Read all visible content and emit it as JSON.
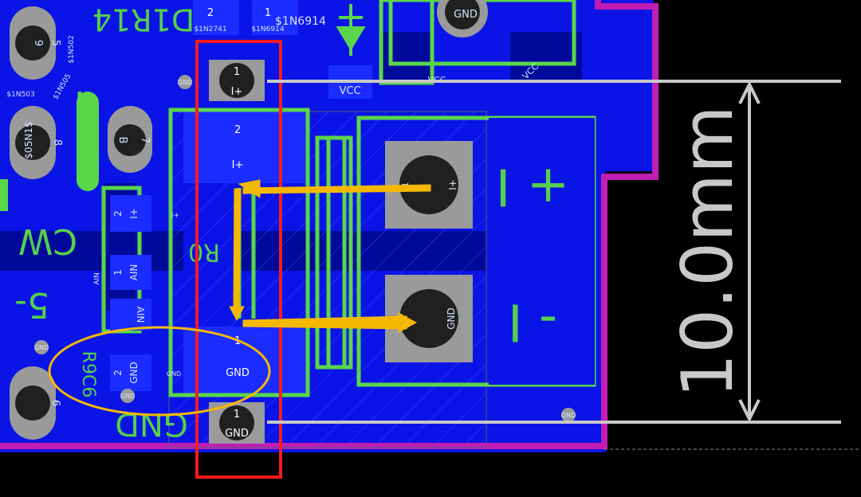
{
  "colors": {
    "background": "#000000",
    "copper": "#0a14e6",
    "copper_dark": "#000a9a",
    "silkscreen": "#59d64a",
    "outline": "#c21cb4",
    "pad": "#9a9a9a",
    "drill": "#202020",
    "highlight_box": "#ff1a1a",
    "annotation": "#f5b800",
    "dimension": "#c8c8c8"
  },
  "labels": {
    "d1r14": "D1R14",
    "sin2741": "$1N2741",
    "sin6914": "$1N6914",
    "sin6914_large": "$1N6914",
    "vcc_label": "VCC",
    "vcc_trace_1": "VCC",
    "vcc_trace_2": "VCC",
    "gnd_top": "GND",
    "r0": "R0",
    "cw": "CW",
    "five_dash": "5-",
    "r9c6": "R9C6",
    "gnd_bottom_big": "GND",
    "ain_1": "AIN",
    "ain_2": "AIN",
    "i_plus_label": "I+",
    "sin503": "$1N503",
    "sin5o2": "$1N502",
    "sin505": "$1N505",
    "big_sin505": "$05N1$"
  },
  "pads": {
    "top_pad_num": "1",
    "top_pad_net": "I+",
    "bottom_pad_num": "1",
    "bottom_pad_net": "GND",
    "chip_pin2_num": "2",
    "chip_pin2_net": "I+",
    "chip_pin1_num": "1",
    "chip_pin1_net": "GND",
    "connector_pin1_net": "I+",
    "connector_pin1_num": "1",
    "connector_pin2_net": "GND",
    "small_pad_2a": "2",
    "small_pad_2a_net": "I+",
    "small_pad_1": "1",
    "small_pad_1_net": "AIN",
    "small_pad_2b": "2",
    "small_pad_2b_net": "GND",
    "top_pad2_num": "2",
    "top_pad1_num": "1",
    "gnd_via": "GND",
    "via_gnd_1": "GND",
    "via_gnd_2": "GND",
    "via_gnd_3": "GND",
    "via_gnd_4": "GND",
    "left_pad_5": "5",
    "left_pad_8": "8",
    "left_pad_7": "7",
    "left_pad_b": "B",
    "left_pad_6": "6",
    "left_pad_9": "9"
  },
  "connector": {
    "plus_label": "+ I",
    "minus_label": "- I"
  },
  "dimension": {
    "value": "10.0mm"
  }
}
